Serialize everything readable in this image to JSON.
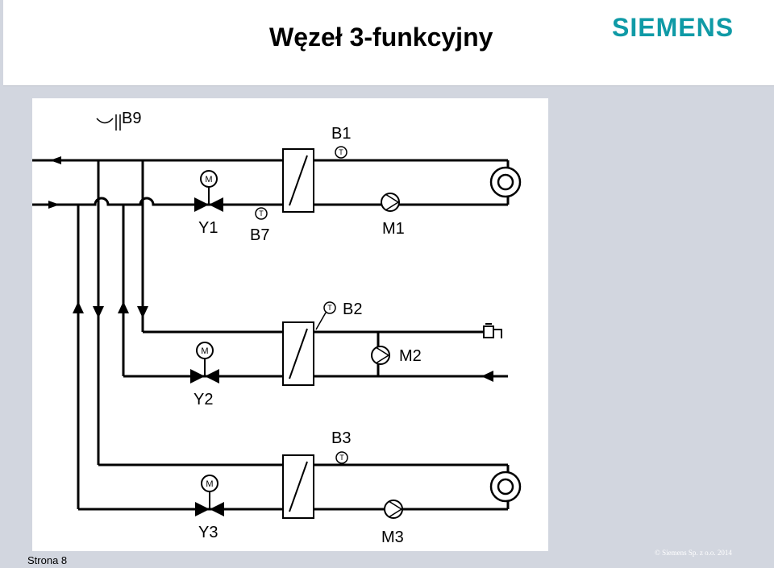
{
  "header": {
    "title": "Węzeł 3-funkcyjny",
    "logo": "SIEMENS"
  },
  "diagram": {
    "outdoor_sensor": "B9",
    "sensors": [
      "B1",
      "B7",
      "B2",
      "B3"
    ],
    "sensor_symbol": "T",
    "valves": [
      "Y1",
      "Y2",
      "Y3"
    ],
    "valve_motor_symbol": "M",
    "pumps": [
      "M1",
      "M2",
      "M3"
    ]
  },
  "footer": {
    "page_number": "Strona 8",
    "copyright": "© Siemens Sp. z o.o. 2014"
  },
  "colors": {
    "logo": "#0f9aa6",
    "background": "#d2d6df"
  }
}
